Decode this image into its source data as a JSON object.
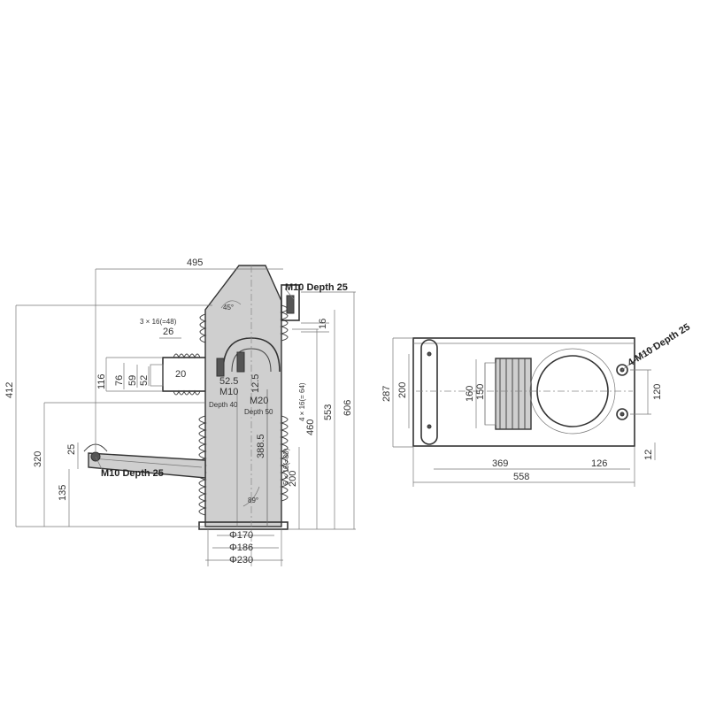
{
  "front_view": {
    "dims": {
      "width_495": "495",
      "height_412": "412",
      "height_606": "606",
      "height_553": "553",
      "height_460": "460",
      "height_388": "388.5",
      "height_200": "200",
      "top_16": "16",
      "d_26": "26",
      "d_116": "116",
      "d_76": "76",
      "d_59": "59",
      "d_52": "52",
      "d_20": "20",
      "d_52_5": "52.5",
      "d_12_5": "12.5",
      "d_320": "320",
      "d_25": "25",
      "d_135": "135",
      "dia_170": "Φ170",
      "dia_186": "Φ186",
      "dia_230": "Φ230"
    },
    "notes": {
      "pitch_top": "3 × 16(=48)",
      "pitch_right": "4 × 16(= 64)",
      "pitch_low": "5 × 16(=80)",
      "angle_45": "45°",
      "angle_89": "89°",
      "m10_top": "M10 Depth 25",
      "m10_center": "M10",
      "depth_40": "Depth 40",
      "m20": "M20",
      "depth_50": "Depth 50",
      "m10_bottom": "M10 Depth 25"
    }
  },
  "top_view": {
    "dims": {
      "d_287": "287",
      "d_200": "200",
      "d_160": "160",
      "d_150": "150",
      "d_120": "120",
      "d_12": "12",
      "d_369": "369",
      "d_126": "126",
      "d_558": "558"
    },
    "notes": {
      "holes": "4-M10 Depth 25"
    }
  }
}
